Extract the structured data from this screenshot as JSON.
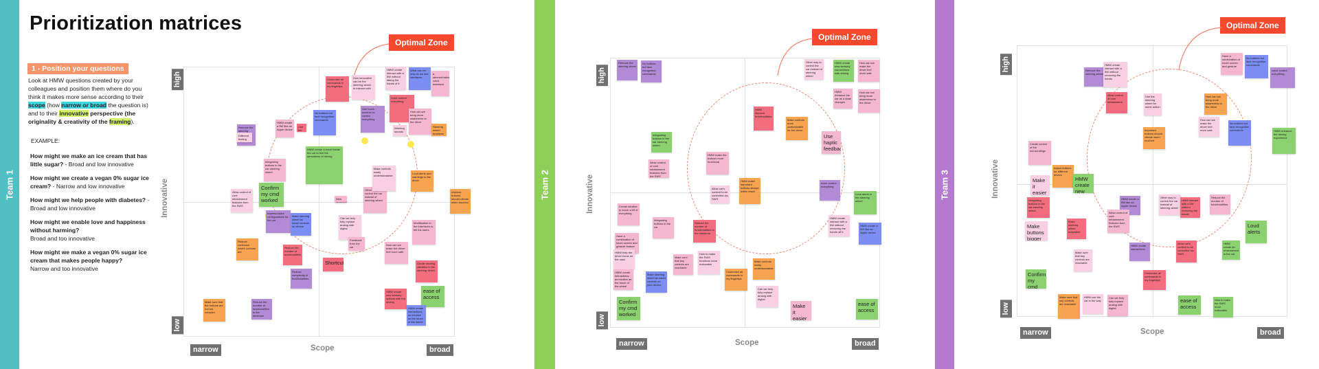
{
  "page": {
    "title": "Prioritization matrices"
  },
  "intro": {
    "step_label": "1 - Position your questions",
    "p1": "Look at HMW questions created by your colleagues and position them where do you think it makes more sense according to their",
    "scope_word": "scope",
    "p2": "(how",
    "narrow_broad": "narrow or broad",
    "p3": "the question is) and to their",
    "innovative_word": "innovative",
    "p4": "perspective (the originality & creativity of the",
    "framing_word": "framing",
    "p5": ").",
    "example_label": "EXAMPLE:",
    "examples": [
      {
        "q": "How might we make an ice cream that has little sugar?",
        "a": "- Broad and low innovative"
      },
      {
        "q": "How might we create a vegan 0% sugar ice cream?",
        "a": "- Narrow and low innovative"
      },
      {
        "q": "How might we help people with diabetes?",
        "a": "- Broad and low innovative"
      },
      {
        "q": "How might we enable love and happiness without harming?",
        "a": "Broad and too innovative"
      },
      {
        "q": "How might we make a vegan 0% sugar ice cream that makes people happy?",
        "a": "Narrow and too innovative"
      }
    ]
  },
  "axes": {
    "high": "high",
    "low": "low",
    "narrow": "narrow",
    "broad": "broad",
    "x_title": "Scope",
    "y_title": "Innovative"
  },
  "optimal_label": "Optimal Zone",
  "colors": {
    "team1": "#4fbfc4",
    "team2": "#8dcf58",
    "team3": "#b37ad0",
    "optimal": "#f4492c",
    "step": "#f6946a"
  },
  "teams": [
    {
      "label": "Team 1",
      "notes": [
        {
          "c": "purple",
          "t": "Remove the steering wheel"
        },
        {
          "c": "pink",
          "t": "HMW create a 5W like an Apple device"
        },
        {
          "c": "blue",
          "t": "No buttons but face recognition commands"
        },
        {
          "c": "red",
          "t": "Customize all commands in my fingertips"
        },
        {
          "c": "lpink",
          "t": "HMW create interact with a 5W without taking the hands of it"
        },
        {
          "c": "blue",
          "t": "What can we only do we see interfaces"
        },
        {
          "c": "pink",
          "t": "a steered/native voice assistant"
        },
        {
          "c": "lpink",
          "t": "How innovative can be the steering wheel to interact with"
        },
        {
          "c": "red",
          "t": "Voice control everything"
        },
        {
          "c": "pink",
          "t": "How can we bring more awareness to the driver"
        },
        {
          "c": "purple",
          "t": "Use touch screens to control everything"
        },
        {
          "c": "green",
          "t": "HMW create a mood inside the car to feel the sensations of driving"
        },
        {
          "c": "pink",
          "t": "Integrating buttons in the car steering wheel"
        },
        {
          "c": "green",
          "t": "Confirm my cmd worked"
        },
        {
          "c": "lpink",
          "t": "Allow control of core infotainment features from the SWS"
        },
        {
          "c": "purple",
          "t": "Impersonalize configurations for the car"
        },
        {
          "c": "blue",
          "t": "Make steering wheel as smart controls on device"
        },
        {
          "c": "lpink",
          "t": "Can we truly fully replace analog with digital"
        },
        {
          "c": "pink",
          "t": "Other way to control the car instead of steering wheel"
        },
        {
          "c": "lpink",
          "t": "Make controls easily understandable"
        },
        {
          "c": "orange",
          "t": "Loud alerts and warnings to the driver"
        },
        {
          "c": "orange",
          "t": "Improve buttons should vibrate when touched"
        },
        {
          "c": "pink",
          "t": "Modification in the interfaces to tell the users"
        },
        {
          "c": "pink",
          "t": "How can we make the driver feel more safe"
        },
        {
          "c": "red",
          "t": "Gentle nearing vibration in the steering wheel"
        },
        {
          "c": "orange",
          "t": "Reduce confusion where controls are"
        },
        {
          "c": "red",
          "t": "Reduce the number of functionalities"
        },
        {
          "c": "purple",
          "t": "Reduce complexity of functionalities"
        },
        {
          "c": "red",
          "t": "HMW create new sensory options with the driving"
        },
        {
          "c": "green",
          "t": "ease of access"
        },
        {
          "c": "blue",
          "t": "HMW create interactions as intuitive as the touch of the wheel"
        },
        {
          "c": "orange",
          "t": "Make sure that the buttons are not too complex"
        },
        {
          "c": "purple",
          "t": "Reduce the number of functionalities to the minimum"
        },
        {
          "c": "lpink",
          "t": "Different feeling when touching"
        },
        {
          "c": "red",
          "t": "Use the steering wheel to control things"
        },
        {
          "c": "pink",
          "t": "New approach to the steering wheel"
        },
        {
          "c": "red",
          "t": "Shortcut"
        },
        {
          "c": "orange",
          "t": "Steering wheel functions"
        },
        {
          "c": "pink",
          "t": "Feedback from the car"
        },
        {
          "c": "lpink",
          "t": "Warning sounds"
        }
      ]
    },
    {
      "label": "Team 2",
      "notes": [
        {
          "c": "purple",
          "t": "Remove the steering wheel"
        },
        {
          "c": "purple",
          "t": "No buttons but face recognition commands"
        },
        {
          "c": "lpink",
          "t": "Other way to control the car instead of steering wheel"
        },
        {
          "c": "green",
          "t": "HMW create new sensory connections with driving"
        },
        {
          "c": "pink",
          "t": "How can we make the driver feel more safe"
        },
        {
          "c": "pink",
          "t": "HMW enhance the car as a state changes"
        },
        {
          "c": "pink",
          "t": "How can we bring more awareness to the driver"
        },
        {
          "c": "red",
          "t": "HMW improve functionalities"
        },
        {
          "c": "orange",
          "t": "Make controls more customizable for the driver"
        },
        {
          "c": "pink",
          "t": "Use haptic feedback"
        },
        {
          "c": "green",
          "t": "Integrating buttons in the car steering wheel"
        },
        {
          "c": "pink",
          "t": "Allow control of core infotainment features from the SWS"
        },
        {
          "c": "pink",
          "t": "HMW make the buttons more functional"
        },
        {
          "c": "lpink",
          "t": "Allow car's content to be controlled via SWS"
        },
        {
          "c": "orange",
          "t": "HMW make important buttons always within reach"
        },
        {
          "c": "purple",
          "t": "voice control everything"
        },
        {
          "c": "green",
          "t": "Loud alerts in the steering wheel"
        },
        {
          "c": "pink",
          "t": "Create intuitive to touch a bit of everything"
        },
        {
          "c": "pink",
          "t": "Integrating buttons in the car"
        },
        {
          "c": "pink",
          "t": "Have a combination of touch screen and gesture feature"
        },
        {
          "c": "red",
          "t": "Reduce the number of functionalities to the minimum"
        },
        {
          "c": "lpink",
          "t": "HMW create interact with a 5W without removing the hands off it"
        },
        {
          "c": "blue",
          "t": "HMW create a 5W like an Apple device"
        },
        {
          "c": "lpink",
          "t": "HMW help the driver focus on the road"
        },
        {
          "c": "pink",
          "t": "Make sure that key controls are reachable"
        },
        {
          "c": "lpink",
          "t": "How to make the SWS functions more noticeable"
        },
        {
          "c": "orange",
          "t": "Make controls easily understandable"
        },
        {
          "c": "pink",
          "t": "HMW create interactions as intuitive as the touch of the wheel"
        },
        {
          "c": "blue",
          "t": "Make steering wheel as smart controls on your device"
        },
        {
          "c": "orange",
          "t": "Customize all commands in my fingertips"
        },
        {
          "c": "lpink",
          "t": "Can we truly fully replace analog with digital"
        },
        {
          "c": "green",
          "t": "Confirm my cmd worked"
        },
        {
          "c": "green",
          "t": "ease of access"
        },
        {
          "c": "pink",
          "t": "Make it easier to use"
        }
      ]
    },
    {
      "label": "Team 3",
      "notes": [
        {
          "c": "purple",
          "t": "Remove the steering wheel"
        },
        {
          "c": "lpink",
          "t": "HMW create interact with a 5W without removing the hands"
        },
        {
          "c": "pink",
          "t": "Have a combination of touch screen and gesture"
        },
        {
          "c": "blue",
          "t": "No buttons but face recognition commands"
        },
        {
          "c": "purple",
          "t": "voice control everything"
        },
        {
          "c": "red",
          "t": "Allow control of core infotainment"
        },
        {
          "c": "orange",
          "t": "How can we bring more awareness to the driver"
        },
        {
          "c": "lpink",
          "t": "Use the steering wheel for some action"
        },
        {
          "c": "orange",
          "t": "Important buttons should vibrate when touched"
        },
        {
          "c": "lpink",
          "t": "How can we make the driver feel more safe"
        },
        {
          "c": "blue",
          "t": "No buttons but face recognition commands"
        },
        {
          "c": "green",
          "t": "HMW enhance the driving experience"
        },
        {
          "c": "pink",
          "t": "Create control of the surroundings"
        },
        {
          "c": "orange",
          "t": "Adjust buttons for different drivers"
        },
        {
          "c": "red",
          "t": "Integrating buttons in the car steering wheel"
        },
        {
          "c": "lpink",
          "t": "Make buttons bigger"
        },
        {
          "c": "green",
          "t": "HMW create new sensory"
        },
        {
          "c": "lpink",
          "t": "Make it easier"
        },
        {
          "c": "purple",
          "t": "HMW create a 5W like an Apple device"
        },
        {
          "c": "pink",
          "t": "Allow control of core infotainment features from the SWS"
        },
        {
          "c": "red",
          "t": "Make steering wheel adaptable"
        },
        {
          "c": "lpink",
          "t": "Other way to control the car instead of steering wheel"
        },
        {
          "c": "red",
          "t": "HMW interact with a 5W without removing the hands"
        },
        {
          "c": "pink",
          "t": "Reduce the number of functionalities"
        },
        {
          "c": "lpink",
          "t": "Make sure that key controls are reachable"
        },
        {
          "c": "red",
          "t": "Customize all commands in my fingertips"
        },
        {
          "c": "purple",
          "t": "HMW create interactions"
        },
        {
          "c": "red",
          "t": "Allow car's content to be controlled via SWS"
        },
        {
          "c": "green",
          "t": "HMW create an environment in the car"
        },
        {
          "c": "green",
          "t": "Loud alerts"
        },
        {
          "c": "green",
          "t": "Confirm my cmd worked"
        },
        {
          "c": "orange",
          "t": "Make sure that key controls are reachable"
        },
        {
          "c": "lpink",
          "t": "HMW use the car in the way"
        },
        {
          "c": "pink",
          "t": "Can we truly fully replace analog with digital"
        },
        {
          "c": "green",
          "t": "ease of access"
        },
        {
          "c": "green",
          "t": "How to make the SWS more noticeable"
        }
      ]
    }
  ]
}
